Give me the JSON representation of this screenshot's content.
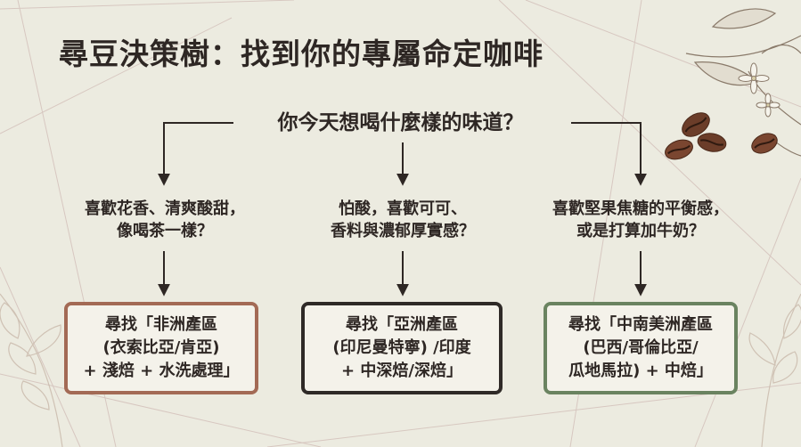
{
  "title": "尋豆決策樹：找到你的專屬命定咖啡",
  "question": "你今天想喝什麼樣的味道？",
  "branches": [
    {
      "condition": [
        "喜歡花香、清爽酸甜，",
        "像喝茶一樣？"
      ],
      "result": [
        "尋找「非洲產區",
        "(衣索比亞/肯亞)",
        "+ 淺焙 + 水洗處理」"
      ],
      "color": "#a36a55"
    },
    {
      "condition": [
        "怕酸，喜歡可可、",
        "香料與濃郁厚實感？"
      ],
      "result": [
        "尋找「亞洲產區",
        "(印尼曼特寧) /印度",
        "+ 中深焙/深焙」"
      ],
      "color": "#2f2a27"
    },
    {
      "condition": [
        "喜歡堅果焦糖的平衡感，",
        "或是打算加牛奶？"
      ],
      "result": [
        "尋找「中南美洲產區",
        "(巴西/哥倫比亞/",
        "瓜地馬拉) + 中焙」"
      ],
      "color": "#6a8360"
    }
  ]
}
